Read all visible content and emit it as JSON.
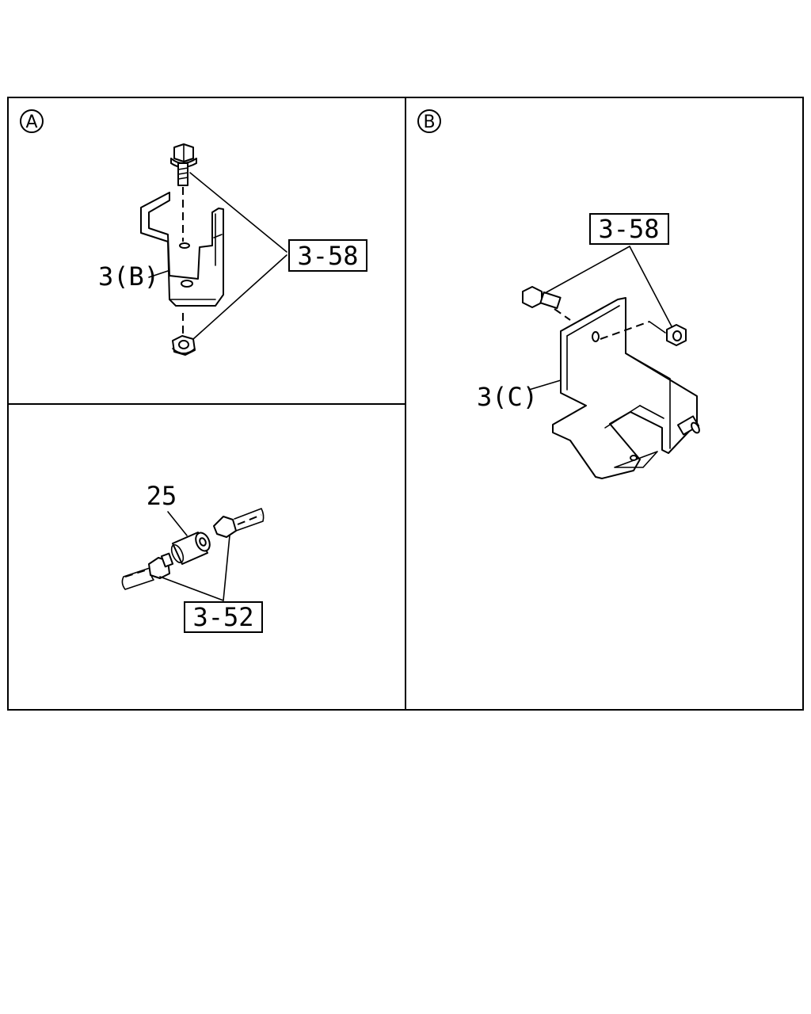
{
  "panels": {
    "a": {
      "badge": "A"
    },
    "b": {
      "badge": "B"
    }
  },
  "labels": {
    "a_bracket": "3(B)",
    "a_ref": "3-58",
    "c_spacer": "25",
    "c_ref": "3-52",
    "b_bracket": "3(C)",
    "b_ref": "3-58"
  }
}
